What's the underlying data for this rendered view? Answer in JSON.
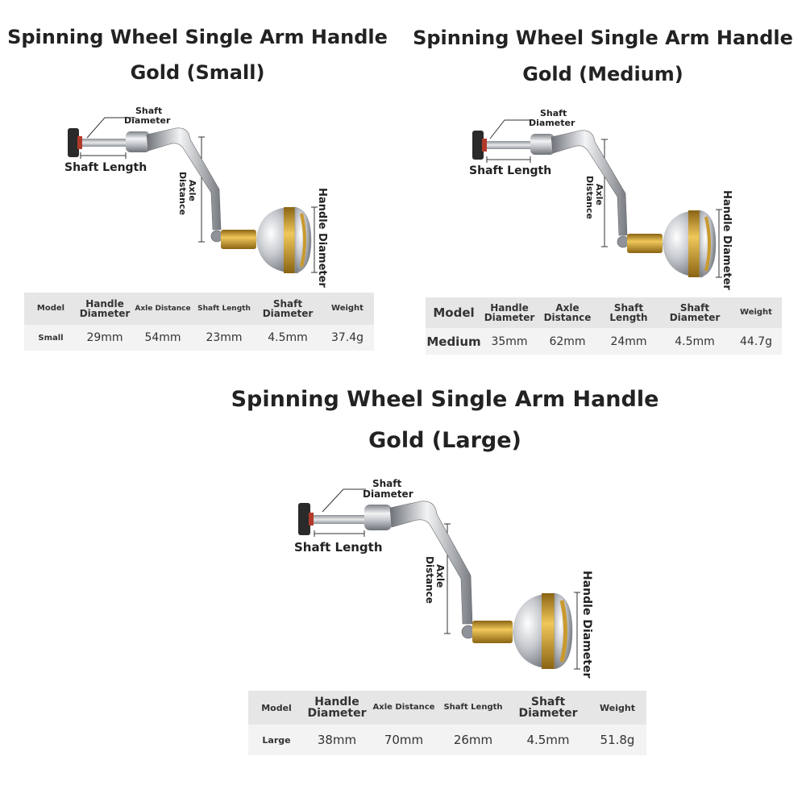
{
  "panels": [
    {
      "title_line1": "Spinning Wheel Single Arm Handle",
      "title_line2": "Gold (Small)",
      "labels": {
        "shaft_diameter_1": "Shaft",
        "shaft_diameter_2": "Diameter",
        "shaft_length": "Shaft Length",
        "axle_1": "Axle",
        "axle_2": "Distance",
        "handle_diameter": "Handle Diameter"
      },
      "table": {
        "headers": [
          "Model",
          "Handle Diameter",
          "Axle Distance",
          "Shaft Length",
          "Shaft Diameter",
          "Weight"
        ],
        "values": [
          "Small",
          "29mm",
          "54mm",
          "23mm",
          "4.5mm",
          "37.4g"
        ]
      }
    },
    {
      "title_line1": "Spinning Wheel Single Arm Handle",
      "title_line2": "Gold (Medium)",
      "labels": {
        "shaft_diameter_1": "Shaft",
        "shaft_diameter_2": "Diameter",
        "shaft_length": "Shaft Length",
        "axle_1": "Axle",
        "axle_2": "Distance",
        "handle_diameter": "Handle Diameter"
      },
      "table": {
        "headers": [
          "Model",
          "Handle Diameter",
          "Axle Distance",
          "Shaft Length",
          "Shaft Diameter",
          "Weight"
        ],
        "values": [
          "Medium",
          "35mm",
          "62mm",
          "24mm",
          "4.5mm",
          "44.7g"
        ]
      }
    },
    {
      "title_line1": "Spinning Wheel Single Arm Handle",
      "title_line2": "Gold (Large)",
      "labels": {
        "shaft_diameter_1": "Shaft",
        "shaft_diameter_2": "Diameter",
        "shaft_length": "Shaft Length",
        "axle_1": "Axle",
        "axle_2": "Distance",
        "handle_diameter": "Handle Diameter"
      },
      "table": {
        "headers": [
          "Model",
          "Handle Diameter",
          "Axle Distance",
          "Shaft Length",
          "Shaft Diameter",
          "Weight"
        ],
        "values": [
          "Large",
          "38mm",
          "70mm",
          "26mm",
          "4.5mm",
          "51.8g"
        ]
      }
    }
  ],
  "colors": {
    "gold": "#c99a2e",
    "silver": "#b8bcc2",
    "knob": "#2a2a2a",
    "knob_accent": "#b23a2a",
    "table_header_bg": "#e6e6e6",
    "table_value_bg": "#f3f3f3"
  }
}
